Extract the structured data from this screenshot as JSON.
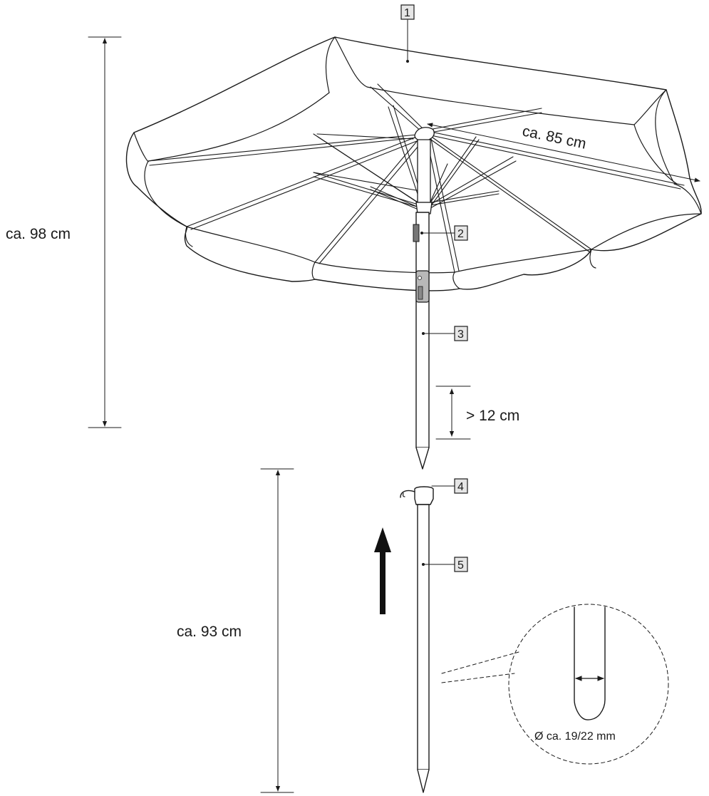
{
  "dimensions": {
    "umbrella_height": "ca. 98 cm",
    "rib_length": "ca. 85 cm",
    "insert_depth": "> 12 cm",
    "spike_length": "ca. 93 cm",
    "pole_diameter": "Ø ca. 19/22 mm"
  },
  "callouts": [
    "1",
    "2",
    "3",
    "4",
    "5"
  ],
  "colors": {
    "line": "#1a1a1a",
    "callout_fill": "#e6e6e6",
    "arrow": "#111111"
  },
  "icons": {
    "direction": "arrow-up-icon"
  }
}
